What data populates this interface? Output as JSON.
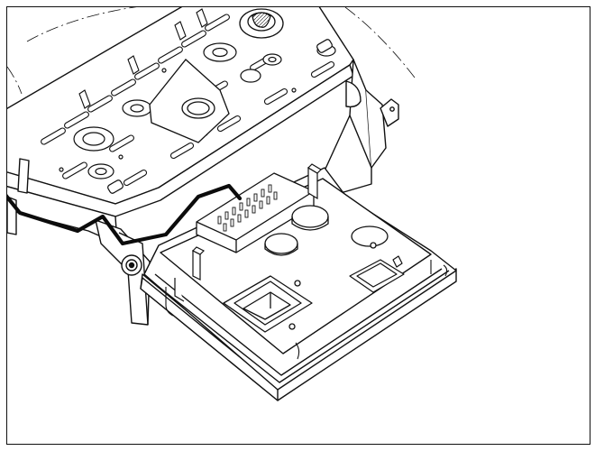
{
  "figure": {
    "colors": {
      "stroke": "#111111",
      "fill": "#ffffff",
      "cable": "#0c0c0c",
      "frame": "#111111"
    },
    "parts": [
      "mounting-bracket",
      "control-unit-housing",
      "connector-block",
      "connection-cable",
      "fixing-screw"
    ]
  }
}
